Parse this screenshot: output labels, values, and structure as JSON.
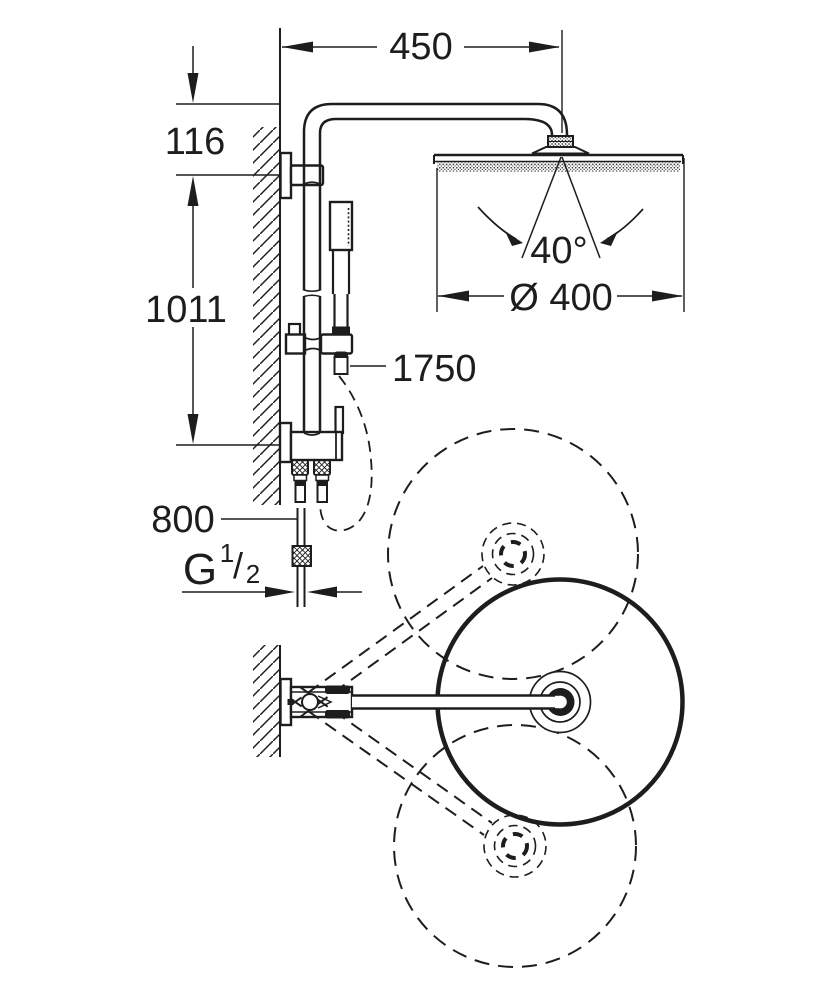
{
  "title": "Shower system dimensional drawing",
  "colors": {
    "line": "#1d1d1b",
    "background": "#ffffff"
  },
  "dimensions": {
    "arm_projection": "450",
    "head_offset": "116",
    "column_height": "1011",
    "hose_length": "1750",
    "supply_height": "800",
    "head_diameter": "Ø 400",
    "spray_angle": "40°",
    "thread": {
      "letter": "G",
      "numerator": "1",
      "slash": "/",
      "denominator": "2"
    }
  }
}
